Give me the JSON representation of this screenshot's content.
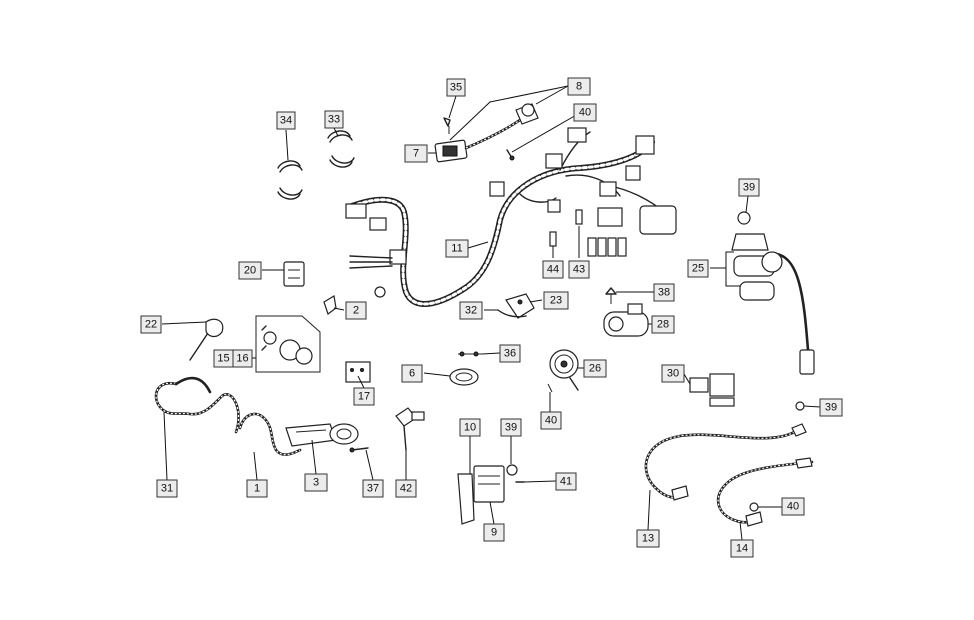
{
  "callouts": [
    {
      "id": "c35",
      "text": "35"
    },
    {
      "id": "c8",
      "text": "8"
    },
    {
      "id": "c40a",
      "text": "40"
    },
    {
      "id": "c7",
      "text": "7"
    },
    {
      "id": "c34",
      "text": "34"
    },
    {
      "id": "c33",
      "text": "33"
    },
    {
      "id": "c39a",
      "text": "39"
    },
    {
      "id": "c11",
      "text": "11"
    },
    {
      "id": "c44",
      "text": "44"
    },
    {
      "id": "c43",
      "text": "43"
    },
    {
      "id": "c25",
      "text": "25"
    },
    {
      "id": "c20",
      "text": "20"
    },
    {
      "id": "c38",
      "text": "38"
    },
    {
      "id": "c2",
      "text": "2"
    },
    {
      "id": "c32",
      "text": "32"
    },
    {
      "id": "c23",
      "text": "23"
    },
    {
      "id": "c28",
      "text": "28"
    },
    {
      "id": "c22",
      "text": "22"
    },
    {
      "id": "c15",
      "text": "15"
    },
    {
      "id": "c16",
      "text": "16"
    },
    {
      "id": "c36",
      "text": "36"
    },
    {
      "id": "c26",
      "text": "26"
    },
    {
      "id": "c6",
      "text": "6"
    },
    {
      "id": "c30",
      "text": "30"
    },
    {
      "id": "c17",
      "text": "17"
    },
    {
      "id": "c40b",
      "text": "40"
    },
    {
      "id": "c39b",
      "text": "39"
    },
    {
      "id": "c10",
      "text": "10"
    },
    {
      "id": "c39c",
      "text": "39"
    },
    {
      "id": "c41",
      "text": "41"
    },
    {
      "id": "c31",
      "text": "31"
    },
    {
      "id": "c1",
      "text": "1"
    },
    {
      "id": "c3",
      "text": "3"
    },
    {
      "id": "c37",
      "text": "37"
    },
    {
      "id": "c42",
      "text": "42"
    },
    {
      "id": "c9",
      "text": "9"
    },
    {
      "id": "c13",
      "text": "13"
    },
    {
      "id": "c40c",
      "text": "40"
    },
    {
      "id": "c14",
      "text": "14"
    }
  ]
}
